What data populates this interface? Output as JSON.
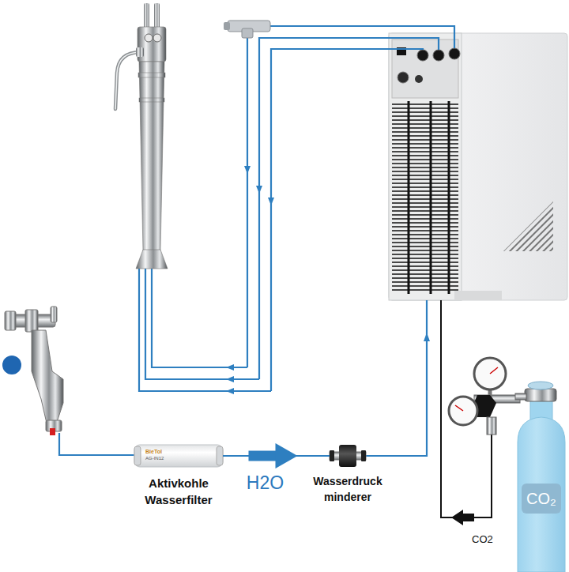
{
  "diagram": {
    "nodes": [
      {
        "text": [
          "BieTol",
          "AG-IN12",
          "Aktivkohle Wasserfilter"
        ]
      },
      {
        "text": [
          "Wasserdruck minderer"
        ]
      },
      {
        "text": [
          "CO₂"
        ]
      }
    ],
    "edges": [
      {
        "from": 0,
        "to": 1,
        "arrow": "to",
        "label": "H2O"
      }
    ],
    "labels": [
      "CO2"
    ]
  }
}
